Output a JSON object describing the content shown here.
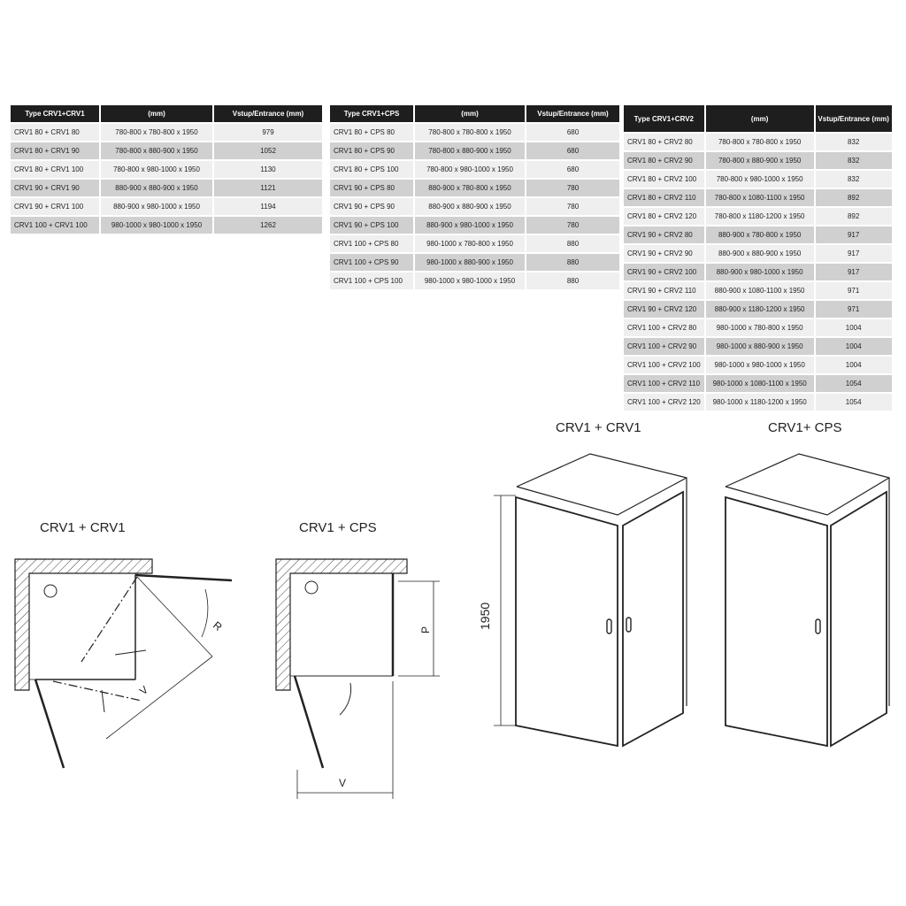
{
  "tables": [
    {
      "headers": [
        "Type CRV1+CRV1",
        "(mm)",
        "Vstup/Entrance (mm)"
      ],
      "rows": [
        [
          "CRV1 80 + CRV1 80",
          "780-800 x 780-800 x 1950",
          "979"
        ],
        [
          "CRV1 80 + CRV1 90",
          "780-800 x 880-900 x 1950",
          "1052"
        ],
        [
          "CRV1 80 + CRV1 100",
          "780-800 x 980-1000 x 1950",
          "1130"
        ],
        [
          "CRV1 90 + CRV1 90",
          "880-900 x 880-900 x 1950",
          "1121"
        ],
        [
          "CRV1 90 + CRV1 100",
          "880-900 x 980-1000 x 1950",
          "1194"
        ],
        [
          "CRV1 100 + CRV1 100",
          "980-1000 x 980-1000 x 1950",
          "1262"
        ]
      ]
    },
    {
      "headers": [
        "Type CRV1+CPS",
        "(mm)",
        "Vstup/Entrance (mm)"
      ],
      "rows": [
        [
          "CRV1 80 + CPS 80",
          "780-800 x 780-800 x 1950",
          "680"
        ],
        [
          "CRV1 80 + CPS 90",
          "780-800 x 880-900 x 1950",
          "680"
        ],
        [
          "CRV1 80 + CPS 100",
          "780-800 x 980-1000 x 1950",
          "680"
        ],
        [
          "CRV1 90 + CPS 80",
          "880-900 x 780-800 x 1950",
          "780"
        ],
        [
          "CRV1 90 + CPS 90",
          "880-900 x 880-900 x 1950",
          "780"
        ],
        [
          "CRV1 90 + CPS 100",
          "880-900 x 980-1000 x 1950",
          "780"
        ],
        [
          "CRV1 100 + CPS 80",
          "980-1000 x 780-800 x 1950",
          "880"
        ],
        [
          "CRV1 100 + CPS 90",
          "980-1000 x 880-900 x 1950",
          "880"
        ],
        [
          "CRV1 100 + CPS 100",
          "980-1000 x 980-1000 x 1950",
          "880"
        ]
      ]
    },
    {
      "headers": [
        "Type CRV1+CRV2",
        "(mm)",
        "Vstup/Entrance (mm)"
      ],
      "rows": [
        [
          "CRV1 80 + CRV2 80",
          "780-800 x 780-800 x 1950",
          "832"
        ],
        [
          "CRV1 80 + CRV2 90",
          "780-800 x 880-900 x 1950",
          "832"
        ],
        [
          "CRV1 80 + CRV2 100",
          "780-800 x 980-1000 x 1950",
          "832"
        ],
        [
          "CRV1 80 + CRV2 110",
          "780-800 x 1080-1100 x 1950",
          "892"
        ],
        [
          "CRV1 80 + CRV2 120",
          "780-800 x 1180-1200 x 1950",
          "892"
        ],
        [
          "CRV1 90 + CRV2 80",
          "880-900 x 780-800 x 1950",
          "917"
        ],
        [
          "CRV1 90 + CRV2 90",
          "880-900 x 880-900 x 1950",
          "917"
        ],
        [
          "CRV1 90 + CRV2 100",
          "880-900 x 980-1000 x 1950",
          "917"
        ],
        [
          "CRV1 90 + CRV2 110",
          "880-900 x 1080-1100 x 1950",
          "971"
        ],
        [
          "CRV1 90 + CRV2 120",
          "880-900 x 1180-1200 x 1950",
          "971"
        ],
        [
          "CRV1 100 + CRV2 80",
          "980-1000 x 780-800 x 1950",
          "1004"
        ],
        [
          "CRV1 100 + CRV2 90",
          "980-1000 x 880-900 x 1950",
          "1004"
        ],
        [
          "CRV1 100 + CRV2 100",
          "980-1000 x 980-1000 x 1950",
          "1004"
        ],
        [
          "CRV1 100 + CRV2 110",
          "980-1000 x 1080-1100 x 1950",
          "1054"
        ],
        [
          "CRV1 100 + CRV2 120",
          "980-1000 x 1180-1200 x 1950",
          "1054"
        ]
      ]
    }
  ],
  "diagrams": {
    "plan_left_title": "CRV1 + CRV1",
    "plan_mid_title": "CRV1 + CPS",
    "iso_left_title": "CRV1 + CRV1",
    "iso_right_title": "CRV1+ CPS",
    "label_r": "R",
    "label_v": "V",
    "label_p": "P",
    "label_v2": "V",
    "label_height": "1950"
  },
  "colors": {
    "header_bg": "#1e1e1e",
    "row_light": "#efefef",
    "row_dark": "#d0d0d0",
    "line": "#222222"
  }
}
